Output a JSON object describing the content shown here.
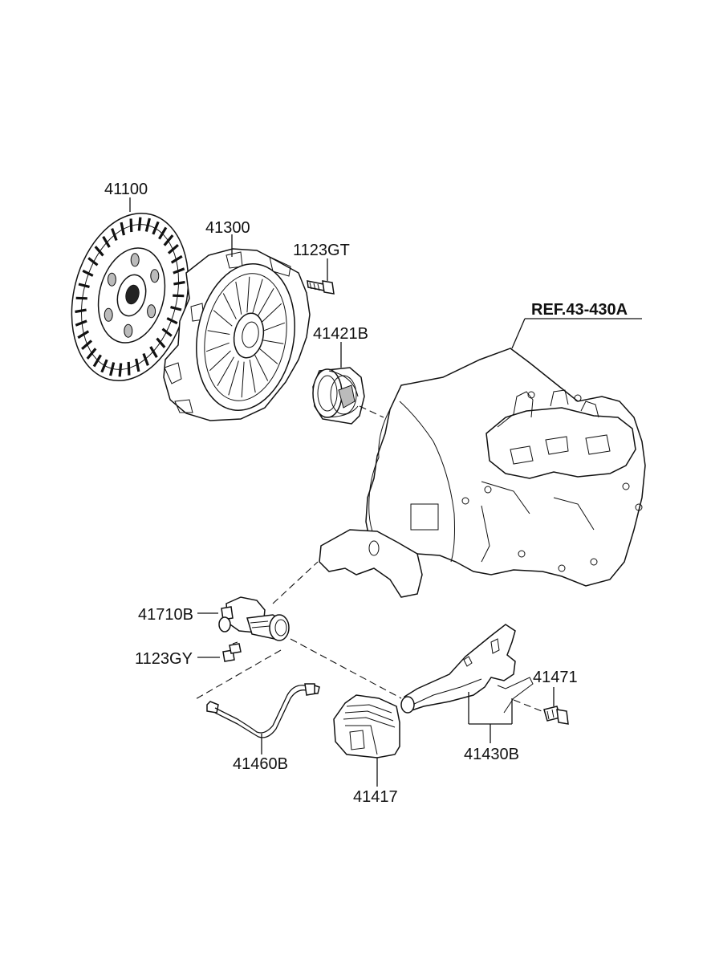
{
  "labels": {
    "p41100": "41100",
    "p41300": "41300",
    "p1123GT": "1123GT",
    "p41421B": "41421B",
    "ref": "REF.43-430A",
    "p41710B": "41710B",
    "p1123GY": "1123GY",
    "p41471": "41471",
    "p41460B": "41460B",
    "p41417": "41417",
    "p41430B": "41430B"
  }
}
